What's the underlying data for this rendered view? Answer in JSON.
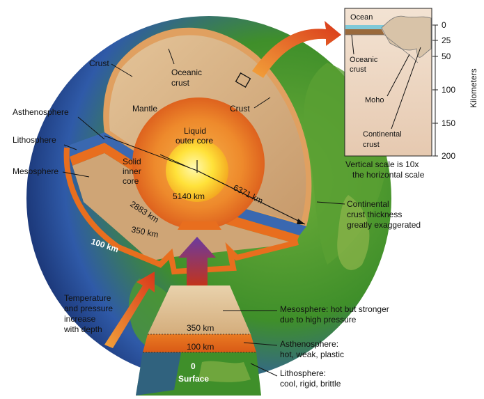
{
  "labels": {
    "crust_top": "Crust",
    "oceanic_crust": [
      "Oceanic",
      "crust"
    ],
    "mantle": "Mantle",
    "crust_right": "Crust",
    "asthenosphere": "Asthenosphere",
    "lithosphere": "Lithosphere",
    "mesosphere": "Mesosphere",
    "liquid_outer_core": [
      "Liquid",
      "outer core"
    ],
    "solid_inner_core": [
      "Solid",
      "inner",
      "core"
    ],
    "d5140": "5140 km",
    "d6371": "6371 km",
    "d2883": "2883 km",
    "d350_globe": "350 km",
    "d100_globe": "100 km",
    "continental_note": [
      "Continental",
      "crust thickness",
      "greatly exaggerated"
    ],
    "temp_pressure": [
      "Temperature",
      "and pressure",
      "increase",
      "with depth"
    ],
    "meso_desc": [
      "Mesosphere: hot but stronger",
      "due to high pressure"
    ],
    "astheno_desc": [
      "Asthenosphere:",
      "hot, weak, plastic"
    ],
    "litho_desc": [
      "Lithosphere:",
      "cool, rigid, brittle"
    ],
    "block_350": "350 km",
    "block_100": "100 km",
    "block_0": "0",
    "surface": "Surface"
  },
  "inset": {
    "ocean": "Ocean",
    "oceanic_crust": [
      "Oceanic",
      "crust"
    ],
    "moho": "Moho",
    "continental_crust": [
      "Continental",
      "crust"
    ],
    "axis_title": "Kilometers",
    "ticks": [
      "0",
      "25",
      "50",
      "100",
      "150",
      "200"
    ],
    "note": [
      "Vertical scale is 10x",
      "the horizontal scale"
    ]
  },
  "colors": {
    "crust": "#d9b98d",
    "mantle_shade": "#c9a277",
    "outer_core": "#e8742a",
    "inner_core": "#ffd21f",
    "astheno_band": "#e86e1e",
    "ocean_blue": "#2b4fa3",
    "land_green": "#3f8f2a",
    "arrow_red": "#e2441c"
  }
}
